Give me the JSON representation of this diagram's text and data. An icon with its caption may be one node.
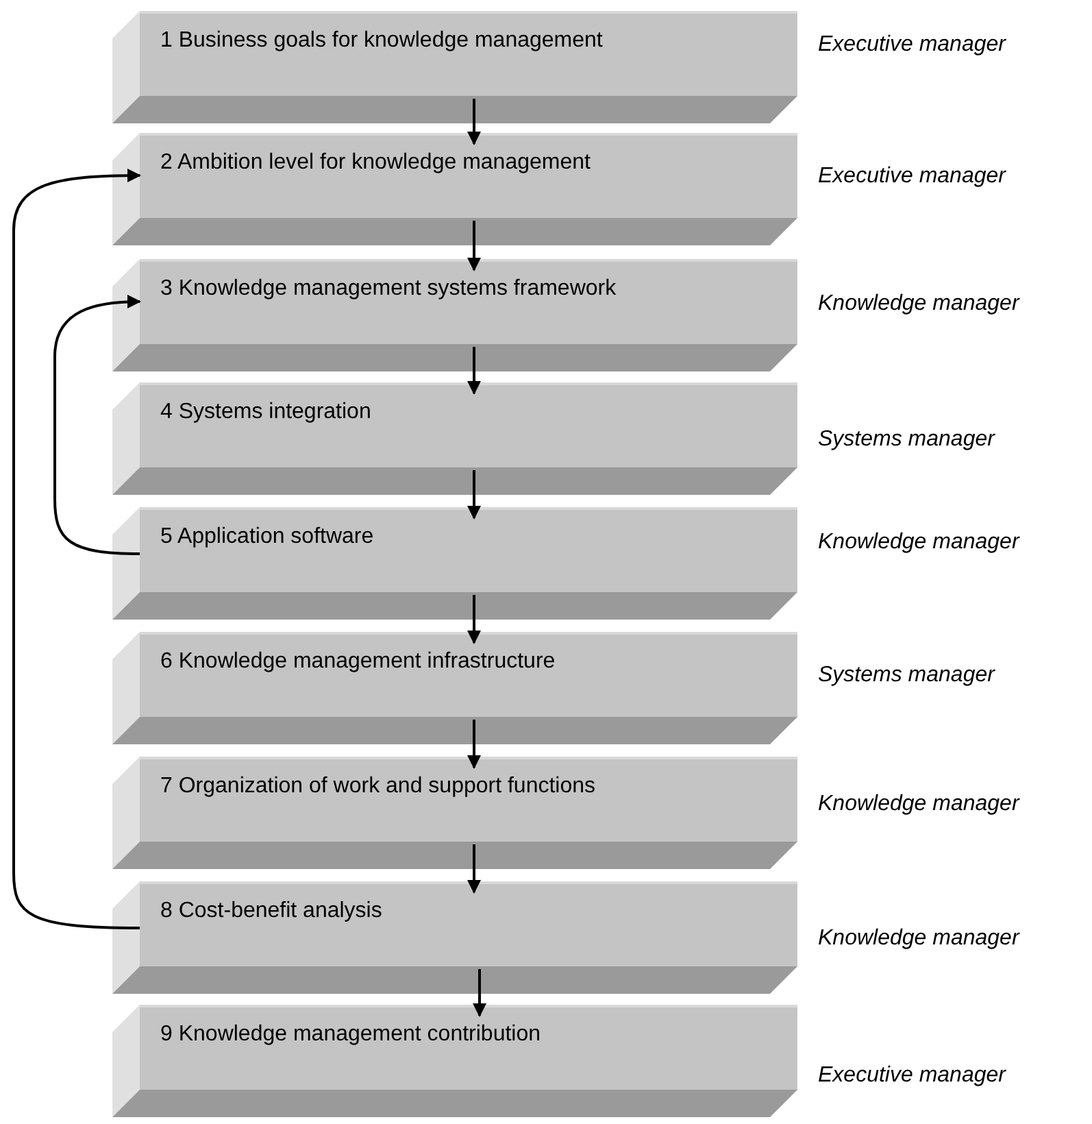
{
  "diagram": {
    "nodes": [
      {
        "text": [
          "1 Business goals for knowledge management"
        ],
        "beside": [
          "Executive manager"
        ]
      },
      {
        "text": [
          "2 Ambition level for knowledge management"
        ],
        "beside": [
          "Executive manager"
        ]
      },
      {
        "text": [
          "3 Knowledge management systems framework"
        ],
        "beside": [
          "Knowledge manager"
        ]
      },
      {
        "text": [
          "4 Systems integration"
        ],
        "beside": [
          "Systems manager"
        ]
      },
      {
        "text": [
          "5 Application software"
        ],
        "beside": [
          "Knowledge manager"
        ]
      },
      {
        "text": [
          "6 Knowledge management infrastructure"
        ],
        "beside": [
          "Systems manager"
        ]
      },
      {
        "text": [
          "7 Organization of work and support functions"
        ],
        "beside": [
          "Knowledge manager"
        ]
      },
      {
        "text": [
          "8 Cost-benefit analysis"
        ],
        "beside": [
          "Knowledge manager"
        ]
      },
      {
        "text": [
          "9 Knowledge management contribution"
        ],
        "beside": [
          "Executive manager"
        ]
      }
    ],
    "edges": [
      {
        "from": 0,
        "to": 1,
        "arrow": "to"
      },
      {
        "from": 1,
        "to": 2,
        "arrow": "to"
      },
      {
        "from": 2,
        "to": 3,
        "arrow": "to"
      },
      {
        "from": 3,
        "to": 4,
        "arrow": "to"
      },
      {
        "from": 4,
        "to": 5,
        "arrow": "to"
      },
      {
        "from": 5,
        "to": 6,
        "arrow": "to"
      },
      {
        "from": 6,
        "to": 7,
        "arrow": "to"
      },
      {
        "from": 7,
        "to": 8,
        "arrow": "to"
      },
      {
        "from": 4,
        "to": 2,
        "arrow": "to"
      },
      {
        "from": 7,
        "to": 1,
        "arrow": "to"
      }
    ]
  }
}
